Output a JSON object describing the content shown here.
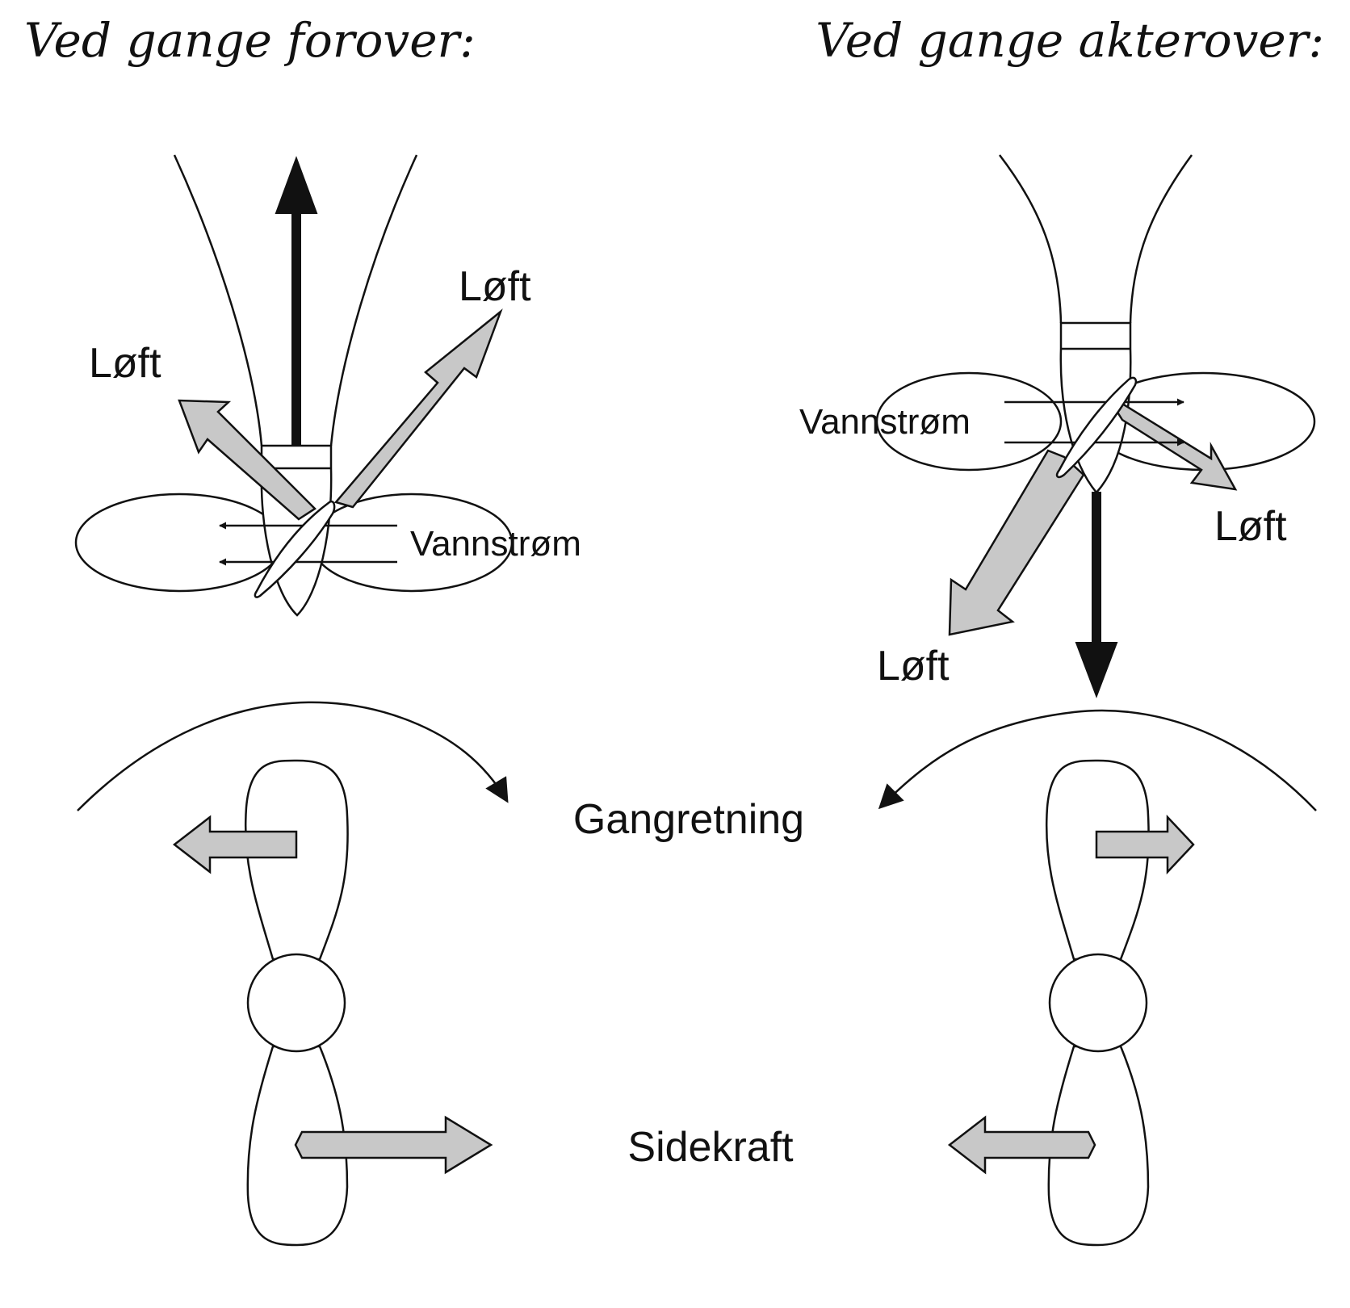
{
  "titles": {
    "forward": "Ved gange forover:",
    "reverse": "Ved gange akterover:"
  },
  "labels": {
    "lift": "Løft",
    "water_flow": "Vannstrøm",
    "direction": "Gangretning",
    "side_force": "Sidekraft"
  },
  "colors": {
    "line": "#111111",
    "arrow_fill": "#c8c8c8",
    "background": "#ffffff"
  }
}
